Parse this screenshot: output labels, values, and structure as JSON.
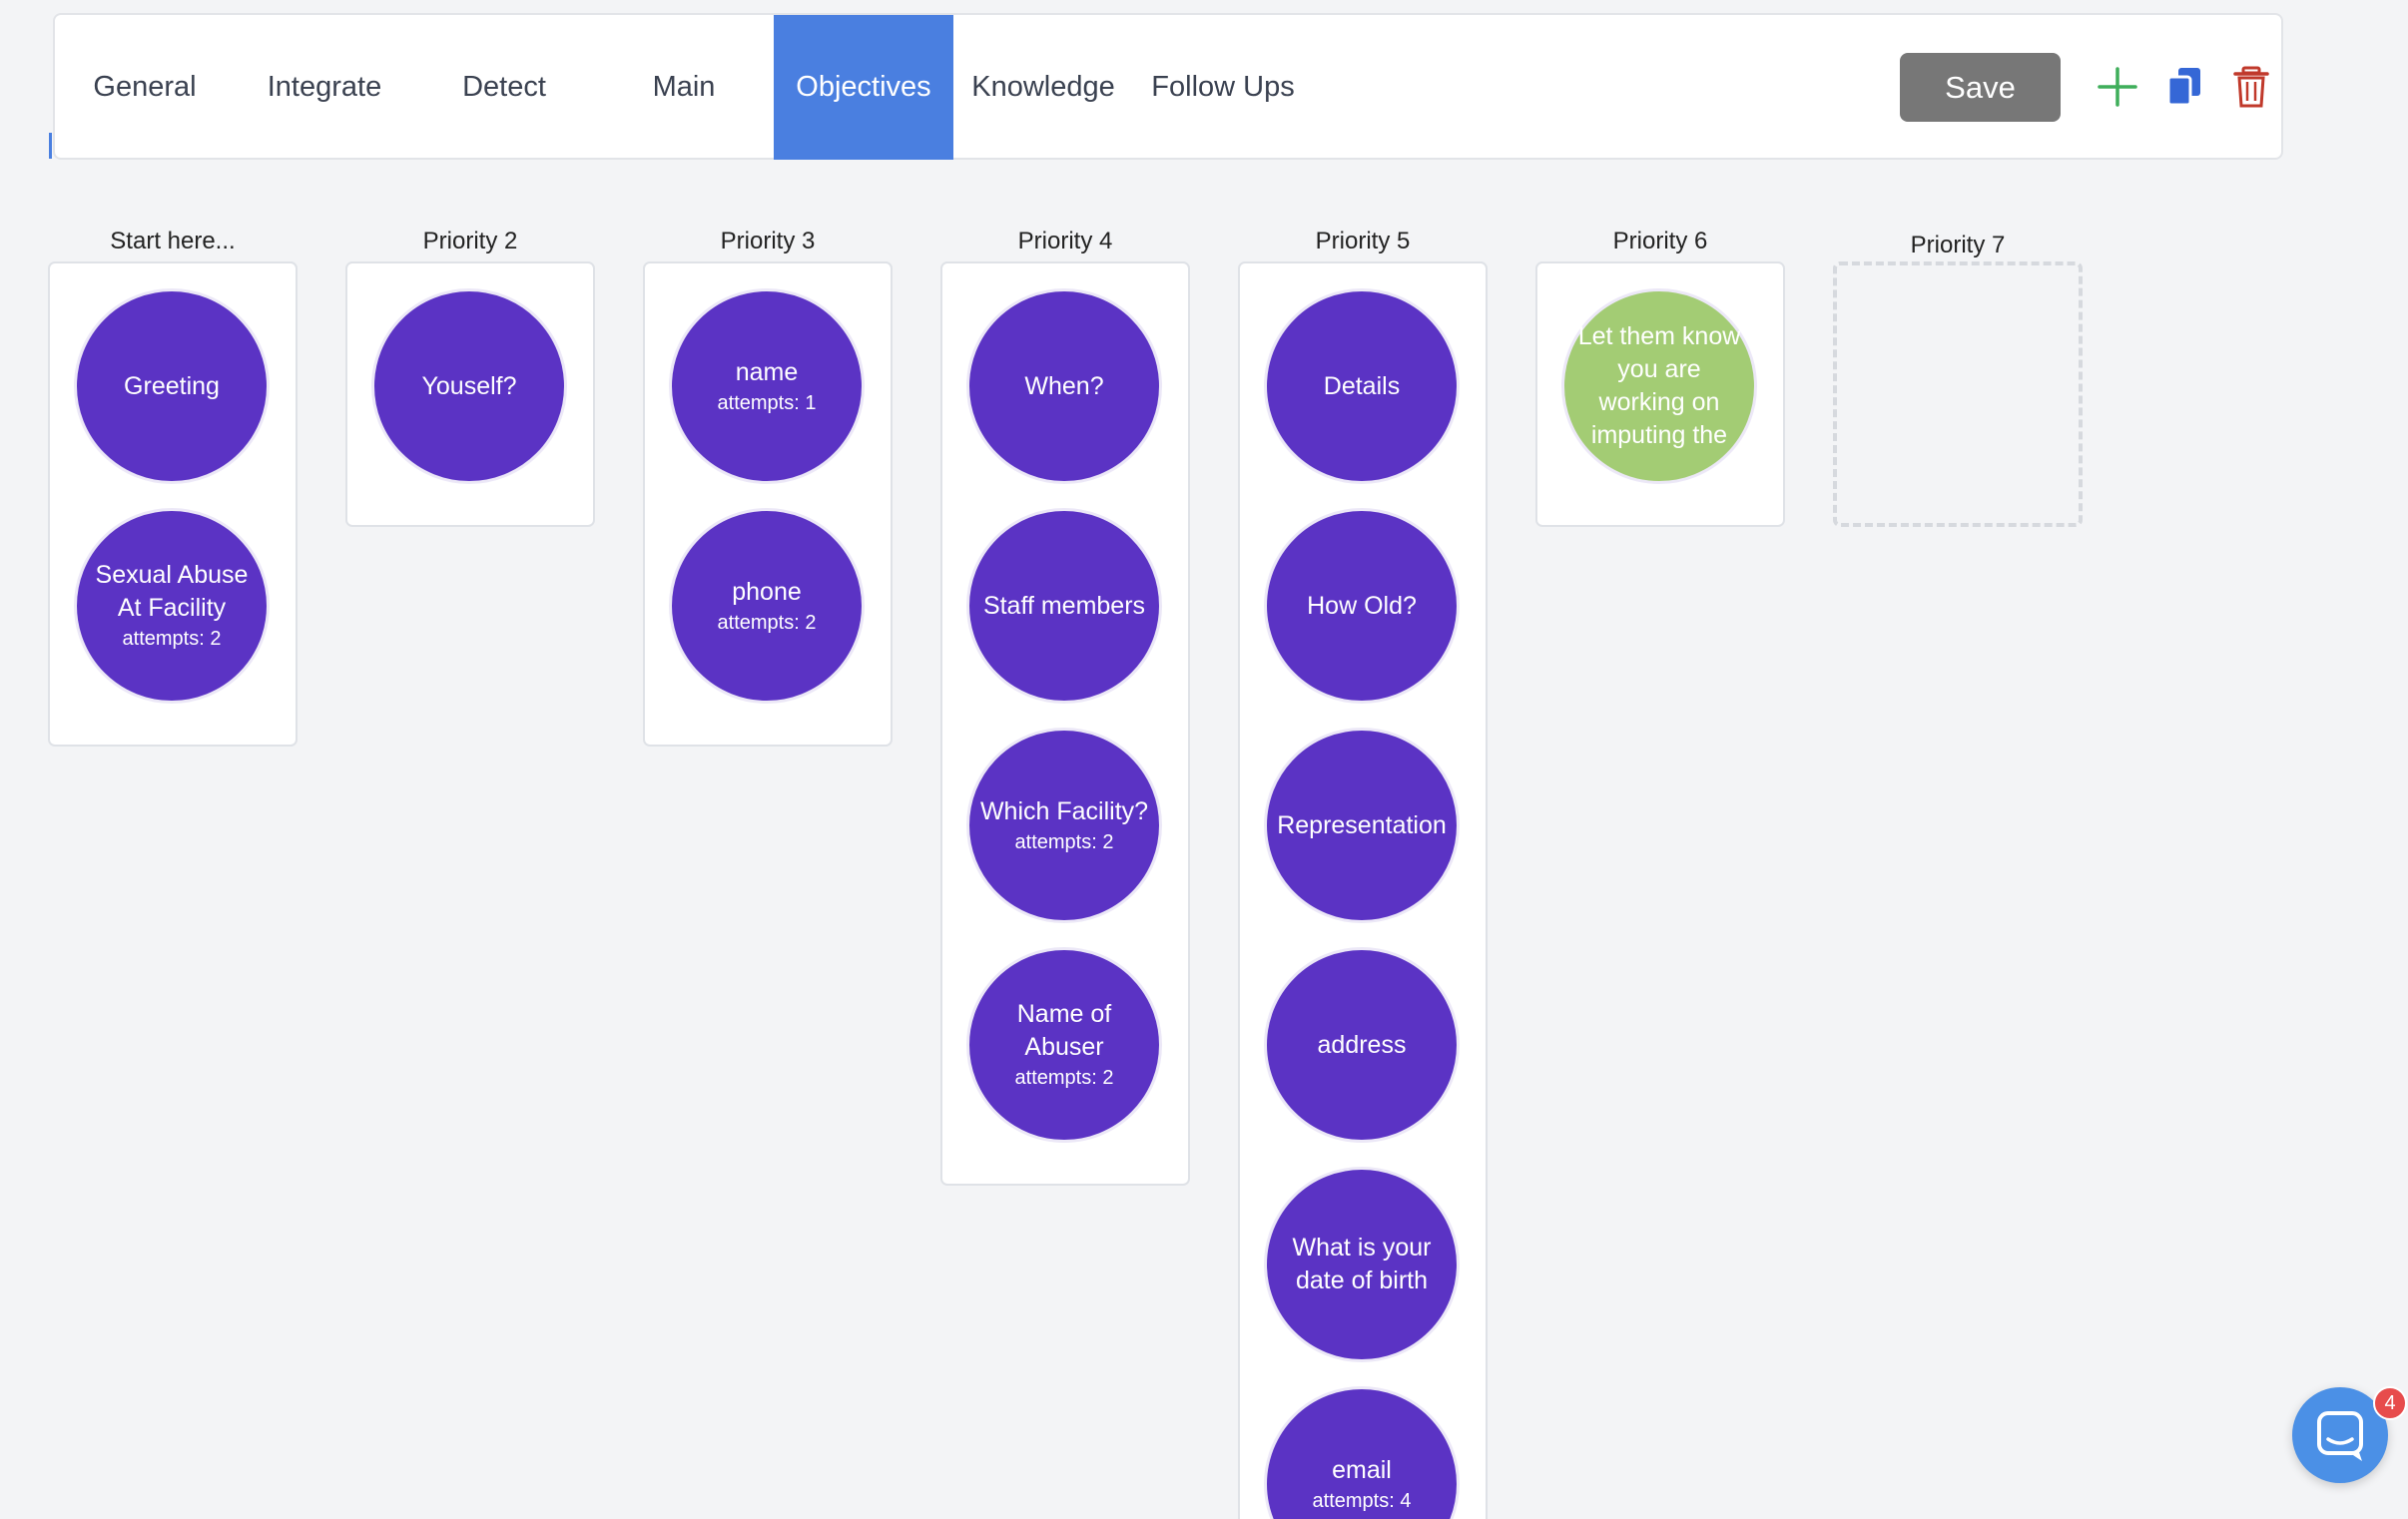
{
  "tabs": [
    {
      "label": "General"
    },
    {
      "label": "Integrate"
    },
    {
      "label": "Detect"
    },
    {
      "label": "Main"
    },
    {
      "label": "Objectives",
      "active": true
    },
    {
      "label": "Knowledge"
    },
    {
      "label": "Follow Ups"
    }
  ],
  "toolbar": {
    "save_label": "Save",
    "add_icon": "plus-icon",
    "copy_icon": "copy-icon",
    "delete_icon": "trash-icon"
  },
  "colors": {
    "accent": "#4a7fe0",
    "objective": "#5b33c4",
    "objective_alt": "#a3cc74",
    "save_button": "#777777",
    "add": "#3fae5a",
    "delete": "#c0392b"
  },
  "columns": [
    {
      "title": "Start here...",
      "items": [
        {
          "label": "Greeting",
          "sub": ""
        },
        {
          "label": "Sexual Abuse At Facility",
          "sub": "attempts: 2"
        }
      ]
    },
    {
      "title": "Priority 2",
      "items": [
        {
          "label": "Youself?",
          "sub": ""
        }
      ]
    },
    {
      "title": "Priority 3",
      "items": [
        {
          "label": "name",
          "sub": "attempts: 1"
        },
        {
          "label": "phone",
          "sub": "attempts: 2"
        }
      ]
    },
    {
      "title": "Priority 4",
      "items": [
        {
          "label": "When?",
          "sub": ""
        },
        {
          "label": "Staff members",
          "sub": ""
        },
        {
          "label": "Which Facility?",
          "sub": "attempts: 2"
        },
        {
          "label": "Name of Abuser",
          "sub": "attempts: 2"
        }
      ]
    },
    {
      "title": "Priority 5",
      "items": [
        {
          "label": "Details",
          "sub": ""
        },
        {
          "label": "How Old?",
          "sub": ""
        },
        {
          "label": "Representation",
          "sub": ""
        },
        {
          "label": "address",
          "sub": ""
        },
        {
          "label": "What is your date of birth",
          "sub": ""
        },
        {
          "label": "email",
          "sub": "attempts: 4"
        }
      ]
    },
    {
      "title": "Priority 6",
      "items": [
        {
          "label": "Let them know you are working on imputing the",
          "sub": "",
          "color": "green"
        }
      ]
    },
    {
      "title": "Priority 7",
      "items": []
    }
  ],
  "chat": {
    "icon": "chat-icon",
    "badge_count": "4"
  }
}
